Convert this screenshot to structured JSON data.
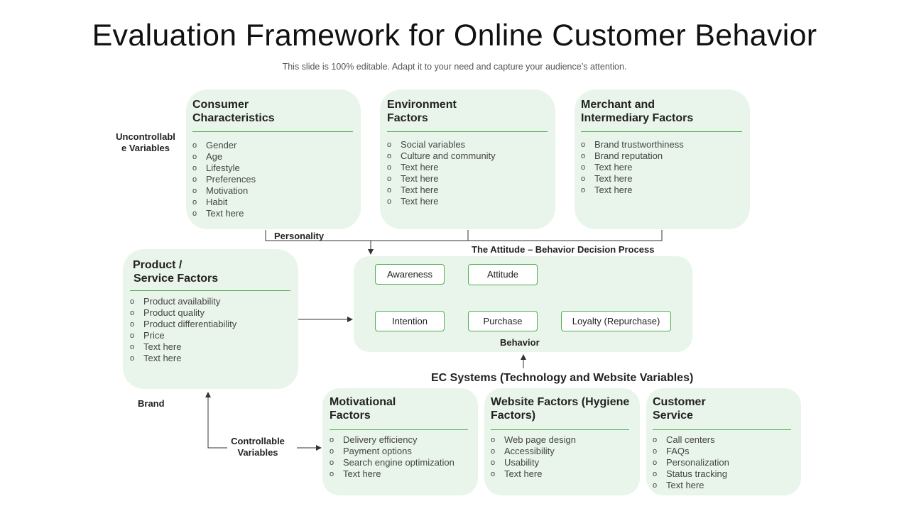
{
  "title": "Evaluation Framework for Online Customer Behavior",
  "subtitle": "This slide is 100% editable. Adapt it to your need and capture your audience’s attention.",
  "boxes": {
    "consumer": {
      "title_line1": "Consumer",
      "title_line2": "Characteristics",
      "items": [
        "Gender",
        "Age",
        "Lifestyle",
        "Preferences",
        "Motivation",
        "Habit",
        "Text here"
      ]
    },
    "environment": {
      "title_line1": "Environment",
      "title_line2": "Factors",
      "items": [
        "Social variables",
        "Culture and community",
        "Text here",
        "Text here",
        "Text here",
        "Text here"
      ]
    },
    "merchant": {
      "title_line1": "Merchant and",
      "title_line2": "Intermediary Factors",
      "items": [
        "Brand trustworthiness",
        "Brand reputation",
        "Text here",
        "Text here",
        "Text here"
      ]
    },
    "product": {
      "title_line1": "Product /",
      "title_line2": "Service Factors",
      "items": [
        "Product availability",
        "Product quality",
        "Product differentiability",
        "Price",
        "Text here",
        "Text here"
      ]
    },
    "motivational": {
      "title_line1": "Motivational",
      "title_line2": "Factors",
      "items": [
        "Delivery efficiency",
        "Payment options",
        "Search engine optimization",
        "Text here"
      ]
    },
    "website": {
      "title_line1": "Website Factors (Hygiene",
      "title_line2": "Factors)",
      "items": [
        "Web page design",
        "Accessibility",
        "Usability",
        "Text here"
      ]
    },
    "customer": {
      "title_line1": "Customer",
      "title_line2": "Service",
      "items": [
        "Call centers",
        "FAQs",
        "Personalization",
        "Status tracking",
        "Text here"
      ]
    }
  },
  "labels": {
    "uncontrollable_line1": "Uncontrollabl",
    "uncontrollable_line2": "e Variables",
    "personality": "Personality",
    "process_title": "The Attitude – Behavior Decision Process",
    "behavior": "Behavior",
    "ec_systems": "EC Systems (Technology and Website Variables)",
    "brand": "Brand",
    "controllable_line1": "Controllable",
    "controllable_line2": "Variables"
  },
  "process": {
    "awareness": "Awareness",
    "attitude": "Attitude",
    "intention": "Intention",
    "purchase": "Purchase",
    "loyalty": "Loyalty (Repurchase)"
  },
  "bullet_glyph": "o",
  "colors": {
    "box_fill": "#e9f5ea",
    "accent": "#4caf50"
  }
}
